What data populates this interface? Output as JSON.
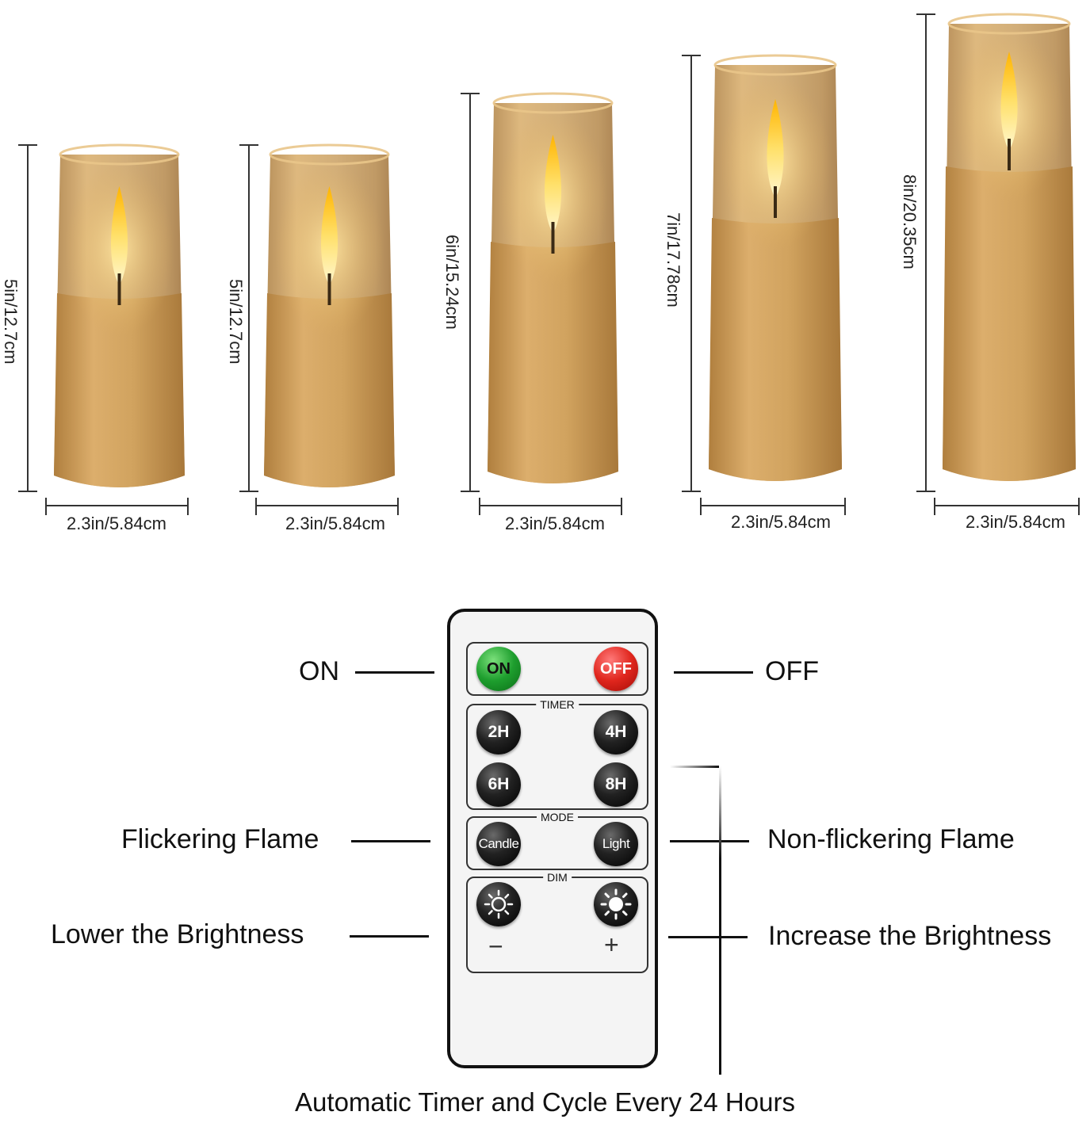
{
  "candles": [
    {
      "height_label": "5in/12.7cm",
      "width_label": "2.3in/5.84cm"
    },
    {
      "height_label": "5in/12.7cm",
      "width_label": "2.3in/5.84cm"
    },
    {
      "height_label": "6in/15.24cm",
      "width_label": "2.3in/5.84cm"
    },
    {
      "height_label": "7in/17.78cm",
      "width_label": "2.3in/5.84cm"
    },
    {
      "height_label": "8in/20.35cm",
      "width_label": "2.3in/5.84cm"
    }
  ],
  "remote": {
    "on_label": "ON",
    "off_label": "OFF",
    "timer_title": "TIMER",
    "timer_buttons": [
      "2H",
      "4H",
      "6H",
      "8H"
    ],
    "mode_title": "MODE",
    "mode_buttons": [
      "Candle",
      "Light"
    ],
    "dim_title": "DIM",
    "dim_minus": "−",
    "dim_plus": "+"
  },
  "callouts": {
    "on": "ON",
    "off": "OFF",
    "flicker": "Flickering Flame",
    "non_flicker": "Non-flickering Flame",
    "lower": "Lower the Brightness",
    "increase": "Increase the Brightness"
  },
  "footer": "Automatic Timer and Cycle Every 24 Hours",
  "colors": {
    "candle_body": "#c99a52",
    "candle_glass": "#b98a4a",
    "flame": "#ffd23a",
    "on_button": "#1e9e2e",
    "off_button": "#e0261d",
    "dark_button": "#1a1a1a"
  }
}
